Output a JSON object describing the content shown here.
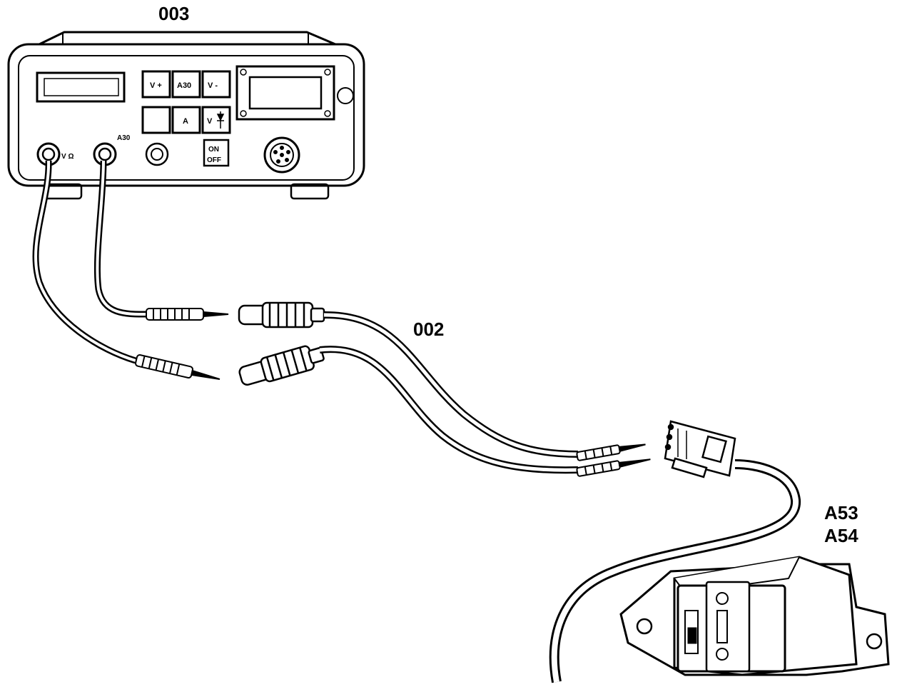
{
  "labels": {
    "tester_id": "003",
    "cable_id": "002",
    "module_id_1": "A53",
    "module_id_2": "A54"
  },
  "tester": {
    "buttons": {
      "v_plus": "V +",
      "a30_button": "A30",
      "v_minus": "V -",
      "a_button": "A",
      "v_diode": "V"
    },
    "port_labels": {
      "volt_ohm": "V Ω",
      "a30_port": "A30"
    },
    "power_switch": {
      "on": "ON",
      "off": "OFF"
    }
  }
}
